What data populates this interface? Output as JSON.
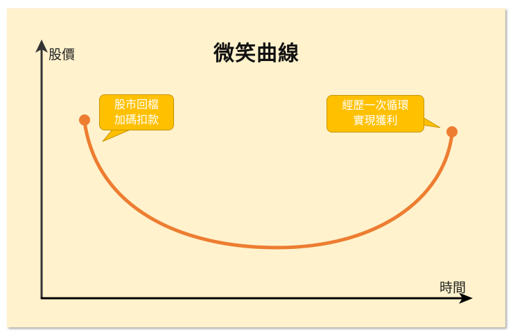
{
  "title": "微笑曲線",
  "axes": {
    "y_label": "股價",
    "x_label": "時間"
  },
  "callouts": [
    {
      "line1": "股市回檔",
      "line2": "加碼扣款",
      "position": "left"
    },
    {
      "line1": "經歷一次循環",
      "line2": "實現獲利",
      "position": "right"
    }
  ],
  "colors": {
    "background": "#FFF2CC",
    "curve": "#ED7D31",
    "callout_fill": "#FFC000",
    "callout_border": "#C79400",
    "axis": "#222222"
  },
  "chart_data": {
    "type": "line",
    "title": "微笑曲線",
    "xlabel": "時間",
    "ylabel": "股價",
    "description": "U-shaped smile curve: price falls from a start point, bottoms out, and recovers to a similar level",
    "points": [
      {
        "label": "start",
        "x": 0.0,
        "y": 0.7
      },
      {
        "label": "bottom",
        "x": 0.5,
        "y": 0.2
      },
      {
        "label": "end",
        "x": 1.0,
        "y": 0.66
      }
    ],
    "annotations": [
      {
        "at": "start",
        "text": "股市回檔 加碼扣款"
      },
      {
        "at": "end",
        "text": "經歷一次循環 實現獲利"
      }
    ],
    "grid": false,
    "legend": null
  }
}
